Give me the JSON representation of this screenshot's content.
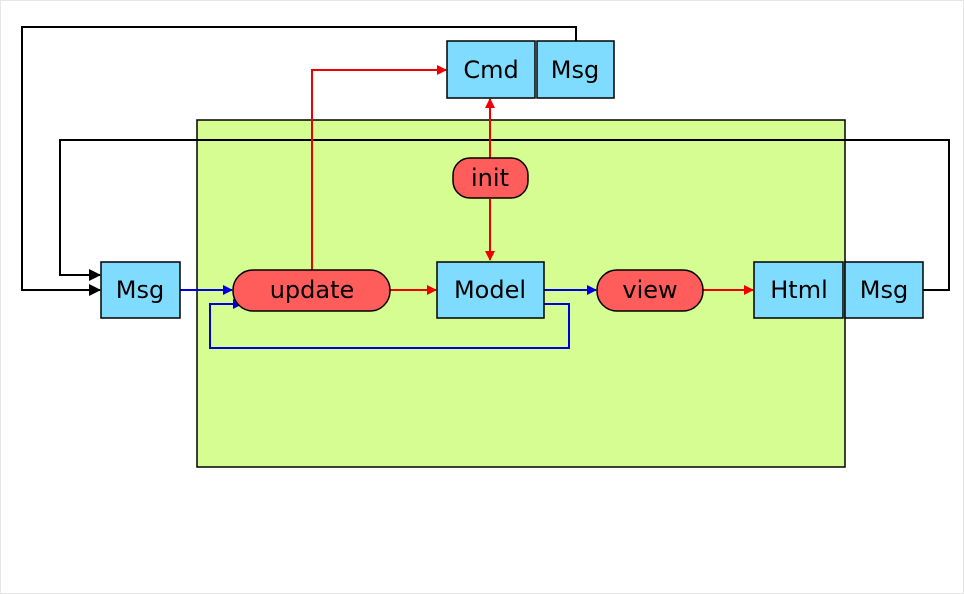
{
  "diagram": {
    "nodes": {
      "cmd": "Cmd",
      "cmd_msg": "Msg",
      "init": "init",
      "msg_input": "Msg",
      "update": "update",
      "model": "Model",
      "view": "view",
      "html": "Html",
      "html_msg": "Msg"
    },
    "colors": {
      "module_fill": "#d6fd91",
      "type_box_fill": "#80dcff",
      "function_fill": "#ff5c5c",
      "edge_red": "#ee0000",
      "edge_blue": "#0000dd",
      "edge_black": "#000000"
    }
  }
}
